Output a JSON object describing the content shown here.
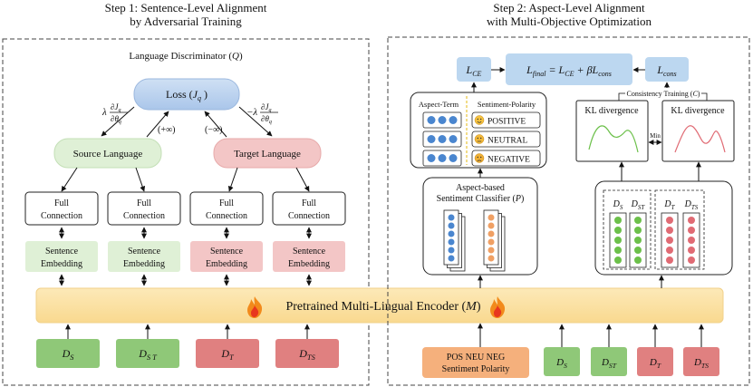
{
  "step1": {
    "title_line1": "Step 1: Sentence-Level Alignment",
    "title_line2": "by Adversarial Training",
    "discriminator": "Language Discriminator (",
    "discriminator_sym": "Q",
    "loss": "Loss (",
    "loss_sym": "J",
    "loss_sub": "q",
    "pos_inf": "(+∞)",
    "neg_inf": "(−∞)",
    "grad_left": "λ",
    "grad_right": "−λ",
    "grad_num": "∂J",
    "grad_den": "∂θ",
    "grad_sub": "q",
    "source_language": "Source Language",
    "target_language": "Target Language",
    "full_line1": "Full",
    "full_line2": "Connection",
    "emb_line1": "Sentence",
    "emb_line2": "Embedding",
    "datasets": [
      {
        "base": "D",
        "sub": "S",
        "color": "#8fc878"
      },
      {
        "base": "D",
        "sub": "S T",
        "color": "#8fc878"
      },
      {
        "base": "D",
        "sub": "T",
        "color": "#e08080"
      },
      {
        "base": "D",
        "sub": "TS",
        "color": "#e08080"
      }
    ]
  },
  "step2": {
    "title_line1": "Step 2: Aspect-Level Alignment",
    "title_line2": "with Multi-Objective Optimization",
    "lce": "L",
    "lce_sub": "CE",
    "lfinal": "L",
    "lfinal_sub": "final",
    "eq1": " = L",
    "eq1_sub": "CE",
    "eq2": " + βL",
    "eq2_sub": "cons",
    "lcons": "L",
    "lcons_sub": "cons",
    "consistency": "Consistency Training (",
    "consistency_sym": "C",
    "aspect_term": "Aspect-Term",
    "sentiment_polarity": "Sentiment-Polarity",
    "polarities": [
      "POSITIVE",
      "NEUTRAL",
      "NEGATIVE"
    ],
    "kl": "KL divergence",
    "min": "Min",
    "classifier_line1": "Aspect-based",
    "classifier_line2": "Sentiment Classifier (",
    "classifier_sym": "P",
    "groups": [
      {
        "base": "D",
        "sub": "S"
      },
      {
        "base": "D",
        "sub": "ST"
      },
      {
        "base": "D",
        "sub": "T"
      },
      {
        "base": "D",
        "sub": "TS"
      }
    ],
    "sentiment_line1": "POS NEU NEG",
    "sentiment_line2": "Sentiment Polarity",
    "datasets": [
      {
        "base": "D",
        "sub": "S",
        "color": "#8fc878"
      },
      {
        "base": "D",
        "sub": "ST",
        "color": "#8fc878"
      },
      {
        "base": "D",
        "sub": "T",
        "color": "#e08080"
      },
      {
        "base": "D",
        "sub": "TS",
        "color": "#e08080"
      }
    ]
  },
  "encoder": {
    "label": "Pretrained Multi-Lingual Encoder (",
    "sym": "M"
  },
  "colors": {
    "green": "#8fc878",
    "light_green": "#dff0d6",
    "red": "#e08080",
    "light_red": "#f3c6c6",
    "blue_loss": "#bdd4ee",
    "encoder": "#fbe3ad",
    "orange": "#f5b07c",
    "dot_blue": "#4a86cf",
    "dot_orange": "#f0a064",
    "dot_green": "#6cc04a",
    "dot_red": "#e06b74"
  }
}
